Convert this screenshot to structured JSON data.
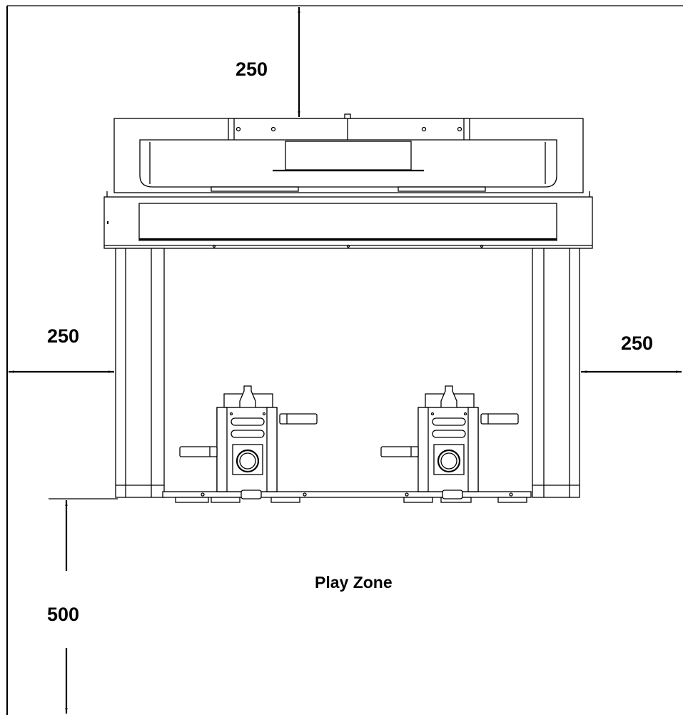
{
  "dimensions": {
    "top_clearance": "250",
    "left_clearance": "250",
    "right_clearance": "250",
    "front_clearance": "500"
  },
  "zone_label": "Play Zone"
}
